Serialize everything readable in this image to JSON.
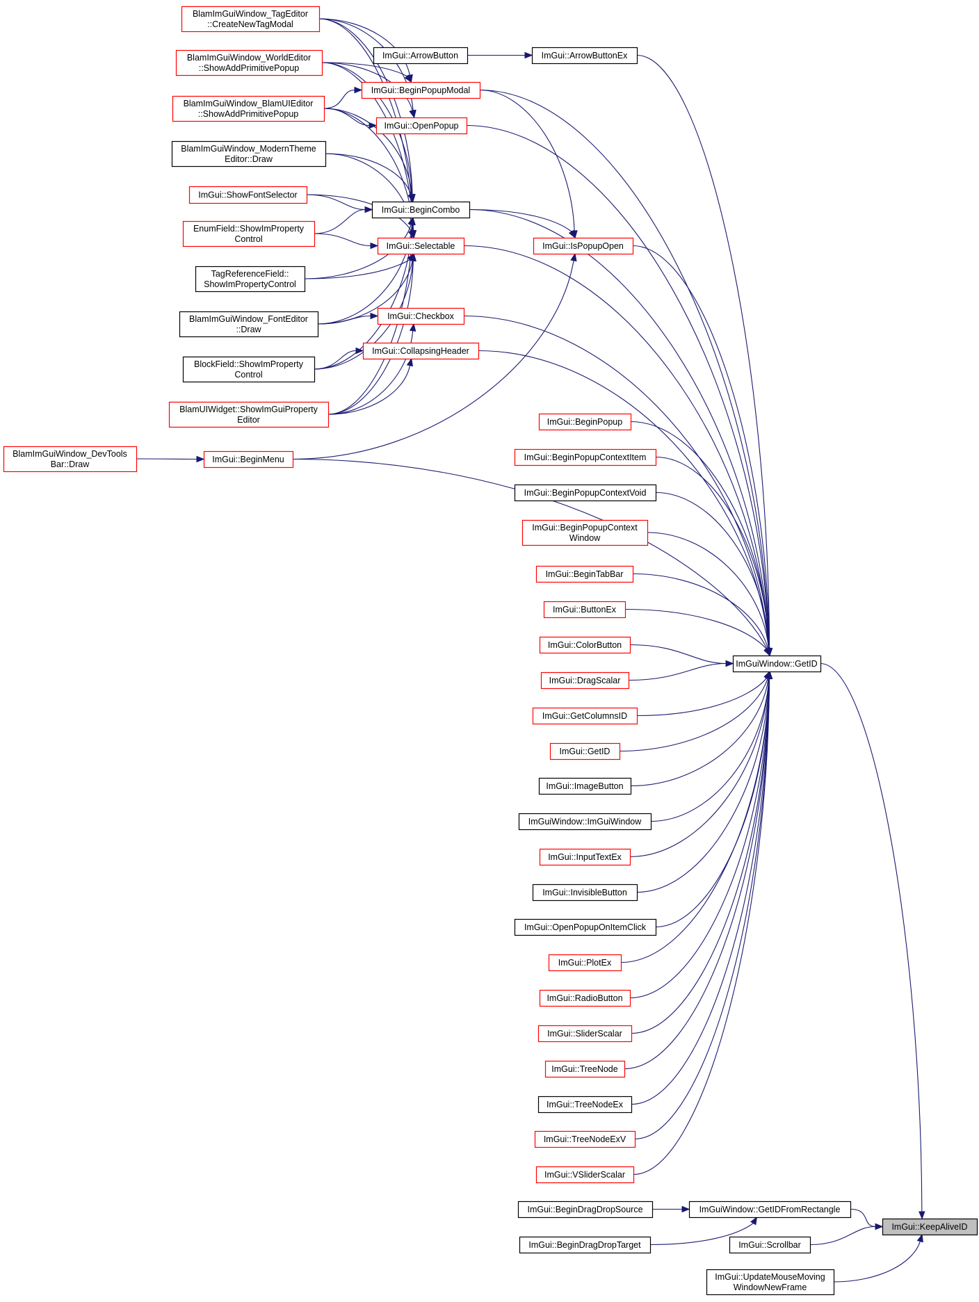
{
  "colors": {
    "edge": "#191970",
    "border_normal": "#000000",
    "border_truncated": "#ff0000",
    "fill_normal": "#ffffff",
    "fill_focus": "#bfbfbf"
  },
  "nodes": [
    {
      "id": "tag_editor_modal",
      "lines": [
        "BlamImGuiWindow_TagEditor",
        "::CreateNewTagModal"
      ],
      "style": "truncated"
    },
    {
      "id": "world_editor_popup",
      "lines": [
        "BlamImGuiWindow_WorldEditor",
        "::ShowAddPrimitivePopup"
      ],
      "style": "truncated"
    },
    {
      "id": "blamui_editor_popup",
      "lines": [
        "BlamImGuiWindow_BlamUIEditor",
        "::ShowAddPrimitivePopup"
      ],
      "style": "truncated"
    },
    {
      "id": "modern_theme_draw",
      "lines": [
        "BlamImGuiWindow_ModernTheme",
        "Editor::Draw"
      ],
      "style": "normal"
    },
    {
      "id": "show_font_selector",
      "lines": [
        "ImGui::ShowFontSelector"
      ],
      "style": "truncated"
    },
    {
      "id": "enumfield",
      "lines": [
        "EnumField::ShowImProperty",
        "Control"
      ],
      "style": "truncated"
    },
    {
      "id": "tagref",
      "lines": [
        "TagReferenceField::",
        "ShowImPropertyControl"
      ],
      "style": "normal"
    },
    {
      "id": "font_editor_draw",
      "lines": [
        "BlamImGuiWindow_FontEditor",
        "::Draw"
      ],
      "style": "normal"
    },
    {
      "id": "blockfield",
      "lines": [
        "BlockField::ShowImProperty",
        "Control"
      ],
      "style": "normal"
    },
    {
      "id": "blamuiwidget",
      "lines": [
        "BlamUIWidget::ShowImGuiProperty",
        "Editor"
      ],
      "style": "truncated"
    },
    {
      "id": "devtools_draw",
      "lines": [
        "BlamImGuiWindow_DevTools",
        "Bar::Draw"
      ],
      "style": "truncated"
    },
    {
      "id": "arrowbutton",
      "lines": [
        "ImGui::ArrowButton"
      ],
      "style": "normal"
    },
    {
      "id": "arrowbuttonex",
      "lines": [
        "ImGui::ArrowButtonEx"
      ],
      "style": "normal"
    },
    {
      "id": "beginpopupmodal",
      "lines": [
        "ImGui::BeginPopupModal"
      ],
      "style": "truncated"
    },
    {
      "id": "openpopup",
      "lines": [
        "ImGui::OpenPopup"
      ],
      "style": "truncated"
    },
    {
      "id": "begincombo",
      "lines": [
        "ImGui::BeginCombo"
      ],
      "style": "normal"
    },
    {
      "id": "selectable",
      "lines": [
        "ImGui::Selectable"
      ],
      "style": "truncated"
    },
    {
      "id": "ispopupopen",
      "lines": [
        "ImGui::IsPopupOpen"
      ],
      "style": "truncated"
    },
    {
      "id": "checkbox",
      "lines": [
        "ImGui::Checkbox"
      ],
      "style": "truncated"
    },
    {
      "id": "collapsingheader",
      "lines": [
        "ImGui::CollapsingHeader"
      ],
      "style": "truncated"
    },
    {
      "id": "beginmenu",
      "lines": [
        "ImGui::BeginMenu"
      ],
      "style": "truncated"
    },
    {
      "id": "beginpopup",
      "lines": [
        "ImGui::BeginPopup"
      ],
      "style": "truncated"
    },
    {
      "id": "beginpopupcontextitem",
      "lines": [
        "ImGui::BeginPopupContextItem"
      ],
      "style": "truncated"
    },
    {
      "id": "beginpopupcontextvoid",
      "lines": [
        "ImGui::BeginPopupContextVoid"
      ],
      "style": "normal"
    },
    {
      "id": "beginpopupcontextwindow",
      "lines": [
        "ImGui::BeginPopupContext",
        "Window"
      ],
      "style": "truncated"
    },
    {
      "id": "begintabbar",
      "lines": [
        "ImGui::BeginTabBar"
      ],
      "style": "truncated"
    },
    {
      "id": "buttonex",
      "lines": [
        "ImGui::ButtonEx"
      ],
      "style": "truncated"
    },
    {
      "id": "colorbutton",
      "lines": [
        "ImGui::ColorButton"
      ],
      "style": "truncated"
    },
    {
      "id": "dragscalar",
      "lines": [
        "ImGui::DragScalar"
      ],
      "style": "truncated"
    },
    {
      "id": "getcolumnsid",
      "lines": [
        "ImGui::GetColumnsID"
      ],
      "style": "truncated"
    },
    {
      "id": "imgui_getid",
      "lines": [
        "ImGui::GetID"
      ],
      "style": "truncated"
    },
    {
      "id": "imagebutton",
      "lines": [
        "ImGui::ImageButton"
      ],
      "style": "normal"
    },
    {
      "id": "imguiwindow_ctor",
      "lines": [
        "ImGuiWindow::ImGuiWindow"
      ],
      "style": "normal"
    },
    {
      "id": "inputtextex",
      "lines": [
        "ImGui::InputTextEx"
      ],
      "style": "truncated"
    },
    {
      "id": "invisiblebutton",
      "lines": [
        "ImGui::InvisibleButton"
      ],
      "style": "normal"
    },
    {
      "id": "openpopuponitemclick",
      "lines": [
        "ImGui::OpenPopupOnItemClick"
      ],
      "style": "normal"
    },
    {
      "id": "plotex",
      "lines": [
        "ImGui::PlotEx"
      ],
      "style": "truncated"
    },
    {
      "id": "radiobutton",
      "lines": [
        "ImGui::RadioButton"
      ],
      "style": "truncated"
    },
    {
      "id": "sliderscalar",
      "lines": [
        "ImGui::SliderScalar"
      ],
      "style": "truncated"
    },
    {
      "id": "treenode",
      "lines": [
        "ImGui::TreeNode"
      ],
      "style": "truncated"
    },
    {
      "id": "treenodeex",
      "lines": [
        "ImGui::TreeNodeEx"
      ],
      "style": "normal"
    },
    {
      "id": "treenodeexv",
      "lines": [
        "ImGui::TreeNodeExV"
      ],
      "style": "truncated"
    },
    {
      "id": "vsliderscalar",
      "lines": [
        "ImGui::VSliderScalar"
      ],
      "style": "truncated"
    },
    {
      "id": "getid",
      "lines": [
        "ImGuiWindow::GetID"
      ],
      "style": "normal"
    },
    {
      "id": "begindragdropsource",
      "lines": [
        "ImGui::BeginDragDropSource"
      ],
      "style": "normal"
    },
    {
      "id": "begindragdroptarget",
      "lines": [
        "ImGui::BeginDragDropTarget"
      ],
      "style": "normal"
    },
    {
      "id": "getidfromrect",
      "lines": [
        "ImGuiWindow::GetIDFromRectangle"
      ],
      "style": "normal"
    },
    {
      "id": "scrollbar",
      "lines": [
        "ImGui::Scrollbar"
      ],
      "style": "normal"
    },
    {
      "id": "updatemousemoving",
      "lines": [
        "ImGui::UpdateMouseMoving",
        "WindowNewFrame"
      ],
      "style": "normal"
    },
    {
      "id": "keepaliveid",
      "lines": [
        "ImGui::KeepAliveID"
      ],
      "style": "focus"
    }
  ],
  "edges": [
    [
      "tag_editor_modal",
      "beginpopupmodal"
    ],
    [
      "tag_editor_modal",
      "openpopup"
    ],
    [
      "tag_editor_modal",
      "begincombo"
    ],
    [
      "tag_editor_modal",
      "selectable"
    ],
    [
      "world_editor_popup",
      "beginpopupmodal"
    ],
    [
      "world_editor_popup",
      "openpopup"
    ],
    [
      "world_editor_popup",
      "begincombo"
    ],
    [
      "world_editor_popup",
      "selectable"
    ],
    [
      "blamui_editor_popup",
      "beginpopupmodal"
    ],
    [
      "blamui_editor_popup",
      "openpopup"
    ],
    [
      "blamui_editor_popup",
      "begincombo"
    ],
    [
      "blamui_editor_popup",
      "selectable"
    ],
    [
      "modern_theme_draw",
      "begincombo"
    ],
    [
      "modern_theme_draw",
      "selectable"
    ],
    [
      "show_font_selector",
      "begincombo"
    ],
    [
      "show_font_selector",
      "selectable"
    ],
    [
      "enumfield",
      "begincombo"
    ],
    [
      "enumfield",
      "selectable"
    ],
    [
      "tagref",
      "begincombo"
    ],
    [
      "tagref",
      "selectable"
    ],
    [
      "font_editor_draw",
      "begincombo"
    ],
    [
      "font_editor_draw",
      "selectable"
    ],
    [
      "font_editor_draw",
      "checkbox"
    ],
    [
      "blockfield",
      "begincombo"
    ],
    [
      "blockfield",
      "selectable"
    ],
    [
      "blockfield",
      "collapsingheader"
    ],
    [
      "blamuiwidget",
      "begincombo"
    ],
    [
      "blamuiwidget",
      "selectable"
    ],
    [
      "blamuiwidget",
      "checkbox"
    ],
    [
      "blamuiwidget",
      "collapsingheader"
    ],
    [
      "devtools_draw",
      "beginmenu"
    ],
    [
      "arrowbutton",
      "arrowbuttonex"
    ],
    [
      "begincombo",
      "ispopupopen"
    ],
    [
      "beginpopupmodal",
      "ispopupopen"
    ],
    [
      "beginmenu",
      "ispopupopen"
    ],
    [
      "arrowbuttonex",
      "getid"
    ],
    [
      "beginpopupmodal",
      "getid"
    ],
    [
      "openpopup",
      "getid"
    ],
    [
      "begincombo",
      "getid"
    ],
    [
      "ispopupopen",
      "getid"
    ],
    [
      "selectable",
      "getid"
    ],
    [
      "checkbox",
      "getid"
    ],
    [
      "collapsingheader",
      "getid"
    ],
    [
      "beginmenu",
      "getid"
    ],
    [
      "beginpopup",
      "getid"
    ],
    [
      "beginpopupcontextitem",
      "getid"
    ],
    [
      "beginpopupcontextvoid",
      "getid"
    ],
    [
      "beginpopupcontextwindow",
      "getid"
    ],
    [
      "begintabbar",
      "getid"
    ],
    [
      "buttonex",
      "getid"
    ],
    [
      "colorbutton",
      "getid"
    ],
    [
      "dragscalar",
      "getid"
    ],
    [
      "getcolumnsid",
      "getid"
    ],
    [
      "imgui_getid",
      "getid"
    ],
    [
      "imagebutton",
      "getid"
    ],
    [
      "imguiwindow_ctor",
      "getid"
    ],
    [
      "inputtextex",
      "getid"
    ],
    [
      "invisiblebutton",
      "getid"
    ],
    [
      "openpopuponitemclick",
      "getid"
    ],
    [
      "plotex",
      "getid"
    ],
    [
      "radiobutton",
      "getid"
    ],
    [
      "sliderscalar",
      "getid"
    ],
    [
      "treenode",
      "getid"
    ],
    [
      "treenodeex",
      "getid"
    ],
    [
      "treenodeexv",
      "getid"
    ],
    [
      "vsliderscalar",
      "getid"
    ],
    [
      "begindragdropsource",
      "getidfromrect"
    ],
    [
      "begindragdroptarget",
      "getidfromrect"
    ],
    [
      "getid",
      "keepaliveid"
    ],
    [
      "getidfromrect",
      "keepaliveid"
    ],
    [
      "scrollbar",
      "keepaliveid"
    ],
    [
      "updatemousemoving",
      "keepaliveid"
    ]
  ]
}
